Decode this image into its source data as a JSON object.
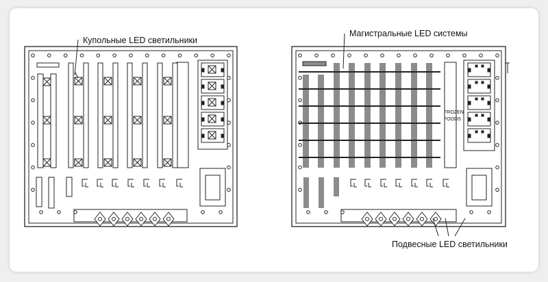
{
  "labels": {
    "dome": "Купольные LED светильники",
    "linear": "Магистральные LED системы",
    "pendant": "Подвесные LED светильники",
    "frozen_line1": "FROZEN",
    "frozen_line2": "FOODS"
  },
  "colors": {
    "line": "#222222",
    "bar_fill": "#8c8c8c",
    "card": "#ffffff",
    "page_bg": "#efefef"
  }
}
